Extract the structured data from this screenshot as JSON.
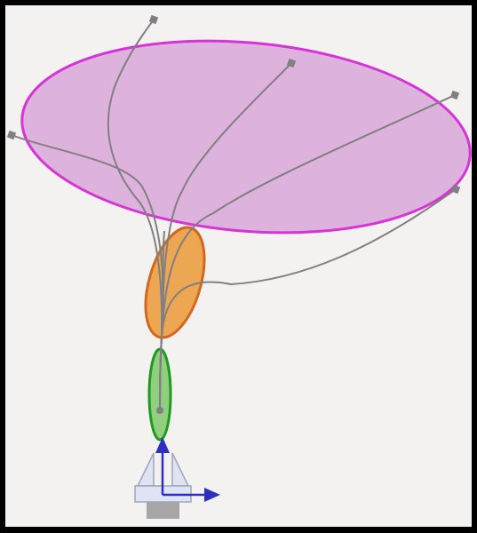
{
  "diagram": {
    "type": "covariance-ellipse-trajectories",
    "colors": {
      "frame_border": "#000000",
      "background": "#f3f2f1",
      "ellipse_large_fill": "#ddb2dd",
      "ellipse_large_stroke": "#d734d7",
      "ellipse_medium_fill": "#eda651",
      "ellipse_medium_stroke": "#d3671f",
      "ellipse_small_fill": "#8fcf7f",
      "ellipse_small_stroke": "#1e9a1e",
      "trajectory_stroke": "#808080",
      "endpoint_marker": "#808080",
      "origin_point": "#808080",
      "robot_body_fill": "#dfe3f3",
      "robot_body_stroke": "#9fa6ba",
      "robot_base_fill": "#a6a6a6",
      "axis_arrow": "#2f2fbf"
    },
    "elements": {
      "ellipses": [
        {
          "name": "uncertainty-ellipse-large",
          "level": "outer"
        },
        {
          "name": "uncertainty-ellipse-medium",
          "level": "middle"
        },
        {
          "name": "uncertainty-ellipse-small",
          "level": "inner"
        }
      ],
      "trajectory_count": 6,
      "endpoint_count": 6,
      "axes": [
        "x-axis-arrow",
        "y-axis-arrow"
      ],
      "icons": [
        "robot-icon"
      ]
    }
  }
}
